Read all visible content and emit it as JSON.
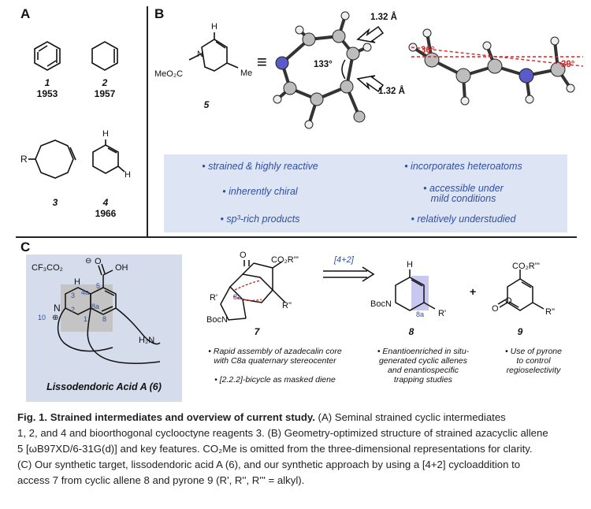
{
  "panels": {
    "a": "A",
    "b": "B",
    "c": "C"
  },
  "panel_a": {
    "c1": {
      "num": "1",
      "year": "1953"
    },
    "c2": {
      "num": "2",
      "year": "1957"
    },
    "c3": {
      "num": "3",
      "sub": "R"
    },
    "c4": {
      "num": "4",
      "year": "1966",
      "h_top": "H",
      "h_right": "H"
    }
  },
  "panel_b": {
    "compound": {
      "num": "5",
      "ester": "MeO₂C",
      "n": "N",
      "h": "H",
      "me": "Me",
      "equiv": "≡"
    },
    "bond_top": "1.32 Å",
    "bond_bottom": "1.32 Å",
    "angle": "133°",
    "twist_left": "36°",
    "twist_right": "39°",
    "features": [
      "• strained & highly reactive",
      "• incorporates heteroatoms",
      "• inherently chiral",
      "• accessible under",
      "mild conditions",
      "• sp³-rich products",
      "• relatively understudied"
    ]
  },
  "panel_c": {
    "lisso": {
      "name": "Lissodendoric Acid A (6)",
      "counterion": "CF₃CO₂",
      "cooh": "OH",
      "o": "O",
      "h": "H",
      "n": "N",
      "nh2": "H₂N",
      "labels": [
        "3",
        "2",
        "10",
        "4a",
        "5",
        "8a",
        "8",
        "1"
      ]
    },
    "c7": {
      "num": "7",
      "boc": "BocN",
      "r1": "R'",
      "r2": "R''",
      "co2r": "CO₂R'''",
      "o": "O",
      "label": "8a"
    },
    "arrow_label": "[4+2]",
    "c8": {
      "num": "8",
      "boc": "BocN",
      "r": "R'",
      "h": "H",
      "label": "8a"
    },
    "plus": "+",
    "c9": {
      "num": "9",
      "co2r": "CO₂R'''",
      "r": "R''",
      "o": "O"
    },
    "bullets": {
      "b1": "• Rapid assembly of azadecalin core",
      "b1b": "with C8a quaternary stereocenter",
      "b2": "• [2.2.2]-bicycle as masked diene",
      "b3": "• Enantioenriched in situ-",
      "b3b": "generated cyclic allenes",
      "b3c": "and enantiospecific",
      "b3d": "trapping studies",
      "b4": "• Use of pyrone",
      "b4b": "to control",
      "b4c": "regioselectivity"
    }
  },
  "caption": {
    "title": "Fig. 1. Strained intermediates and overview of current study.",
    "line1_rest": " (A) Seminal strained cyclic intermediates",
    "line2": "1, 2, and 4 and bioorthogonal cyclooctyne reagents 3. (B) Geometry-optimized structure of strained azacyclic allene",
    "line3": "5 [ωB97XD/6-31G(d)] and key features. CO₂Me is omitted from the three-dimensional representations for clarity.",
    "line4": "(C) Our synthetic target, lissodendoric acid A (6), and our synthetic approach by using a [4+2] cycloaddition to",
    "line5": "access 7 from cyclic allene 8 and pyrone 9 (R', R'', R''' = alkyl)."
  }
}
